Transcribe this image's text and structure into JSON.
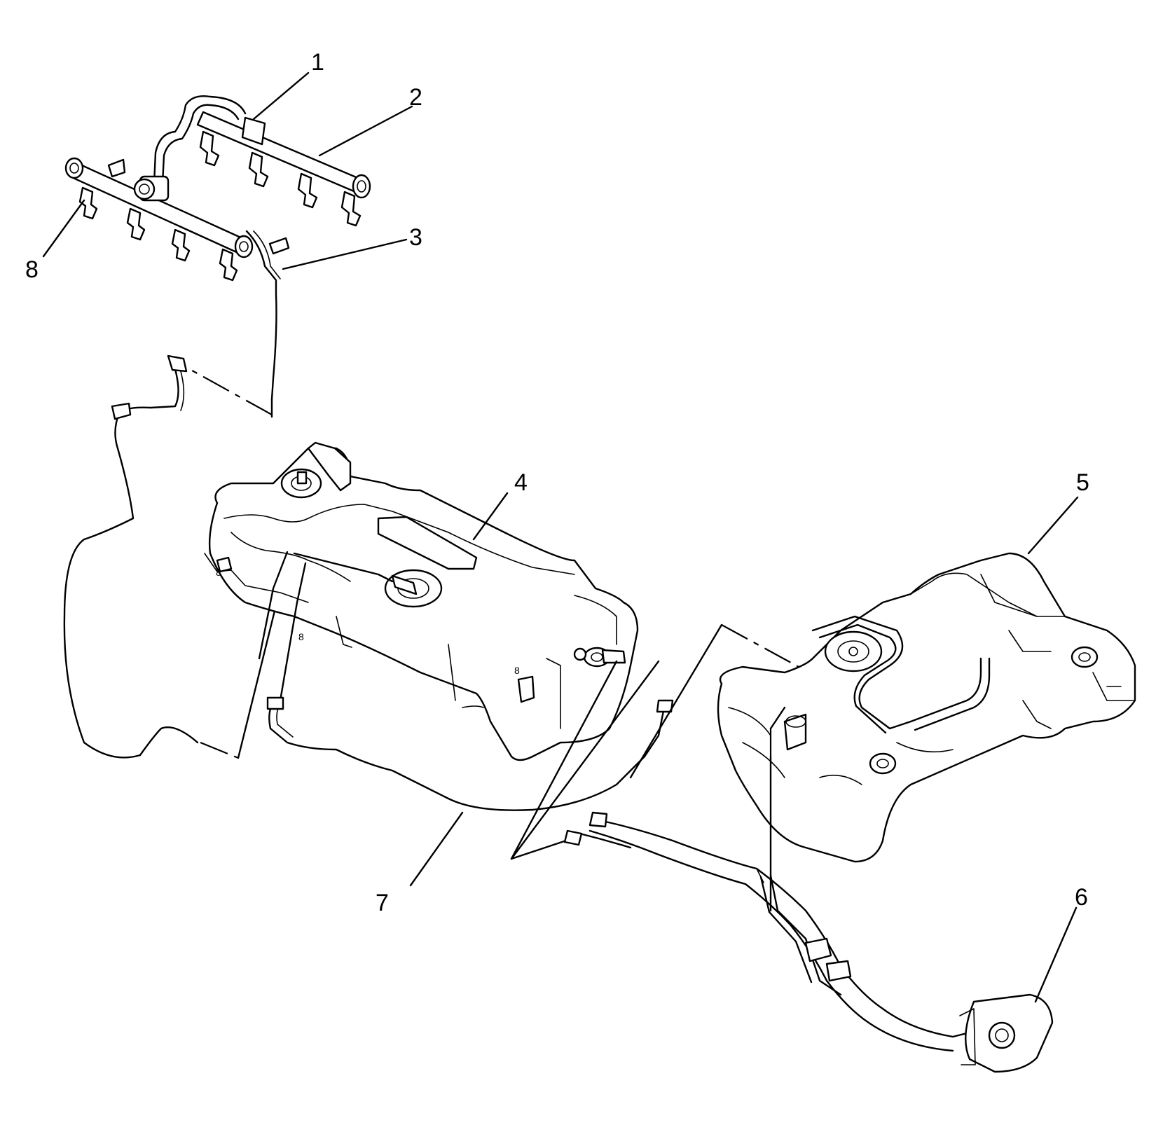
{
  "callouts": {
    "c1": "1",
    "c2": "2",
    "c3": "3",
    "c4": "4",
    "c5": "5",
    "c6": "6",
    "c7": "7",
    "c8": "8"
  },
  "marks": {
    "m1": "8",
    "m2": "8",
    "m3": "8"
  }
}
